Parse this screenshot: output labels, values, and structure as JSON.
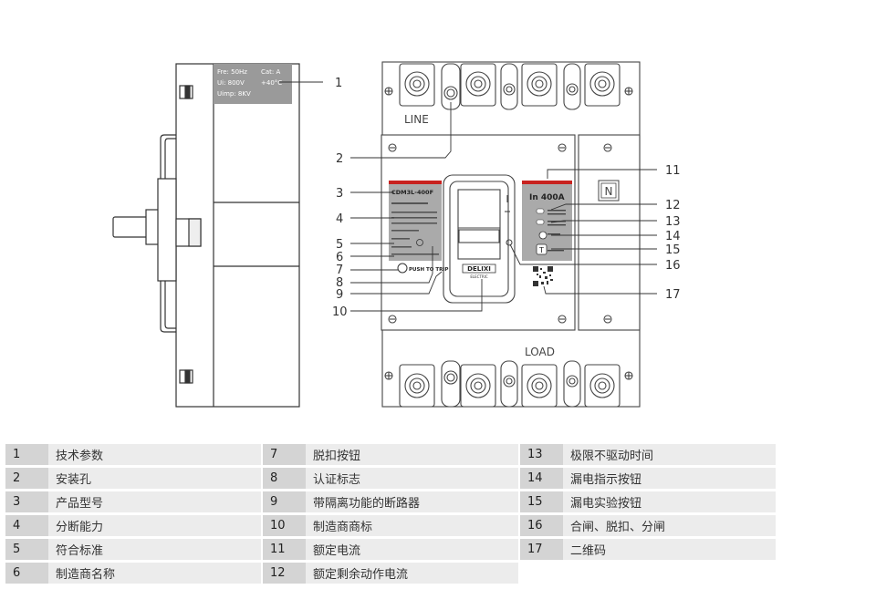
{
  "diagram": {
    "side_spec": [
      "Fre: 50Hz",
      "Cat: A",
      "Ui: 800V",
      "+40°C",
      "Uimp: 8KV"
    ],
    "line_label": "LINE",
    "load_label": "LOAD",
    "model_label": "CDM3L-400F",
    "rating_label": "In 400A",
    "n_label": "N",
    "push_to_trip": "PUSH TO TRIP",
    "brand": "DELIXI",
    "brand_sub": "ELECTRIC",
    "test_mark": "T",
    "callouts": [
      "1",
      "2",
      "3",
      "4",
      "5",
      "6",
      "7",
      "8",
      "9",
      "10",
      "11",
      "12",
      "13",
      "14",
      "15",
      "16",
      "17"
    ]
  },
  "legend": [
    {
      "num": "1",
      "label": "技术参数"
    },
    {
      "num": "2",
      "label": "安装孔"
    },
    {
      "num": "3",
      "label": "产品型号"
    },
    {
      "num": "4",
      "label": "分断能力"
    },
    {
      "num": "5",
      "label": "符合标准"
    },
    {
      "num": "6",
      "label": "制造商名称"
    },
    {
      "num": "7",
      "label": "脱扣按钮"
    },
    {
      "num": "8",
      "label": "认证标志"
    },
    {
      "num": "9",
      "label": "带隔离功能的断路器"
    },
    {
      "num": "10",
      "label": "制造商商标"
    },
    {
      "num": "11",
      "label": "额定电流"
    },
    {
      "num": "12",
      "label": "额定剩余动作电流"
    },
    {
      "num": "13",
      "label": "极限不驱动时间"
    },
    {
      "num": "14",
      "label": "漏电指示按钮"
    },
    {
      "num": "15",
      "label": "漏电实验按钮"
    },
    {
      "num": "16",
      "label": "合闸、脱扣、分闸"
    },
    {
      "num": "17",
      "label": "二维码"
    }
  ]
}
